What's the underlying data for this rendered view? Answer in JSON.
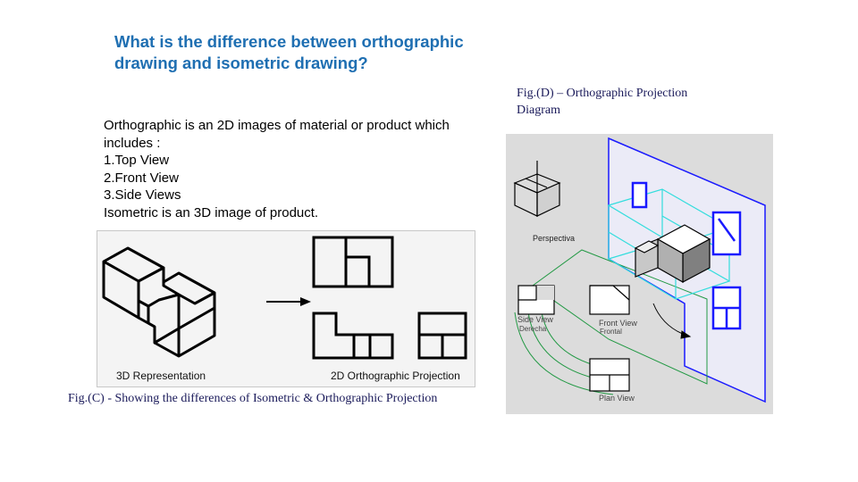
{
  "title": "What is the difference between orthographic drawing and isometric drawing?",
  "body_lines": [
    "Orthographic is an 2D images of material or product which",
    "includes :",
    "1.Top View",
    "2.Front View",
    "3.Side Views",
    "Isometric is an 3D image of product."
  ],
  "fig_c": {
    "label_left": "3D Representation",
    "label_right": "2D Orthographic Projection",
    "caption": "Fig.(C) -  Showing the differences of Isometric & Orthographic Projection"
  },
  "fig_d": {
    "caption": "Fig.(D) – Orthographic Projection Diagram",
    "label_perspective": "Perspectiva",
    "label_side": "Side View",
    "label_side_sub": "Derecha",
    "label_front": "Front View",
    "label_front_sub": "Frontal",
    "label_plan": "Plan View"
  },
  "colors": {
    "title": "#1f6fb2",
    "projection_blue": "#1a1aff",
    "projection_cyan": "#33dddd",
    "projection_green": "#229944"
  }
}
